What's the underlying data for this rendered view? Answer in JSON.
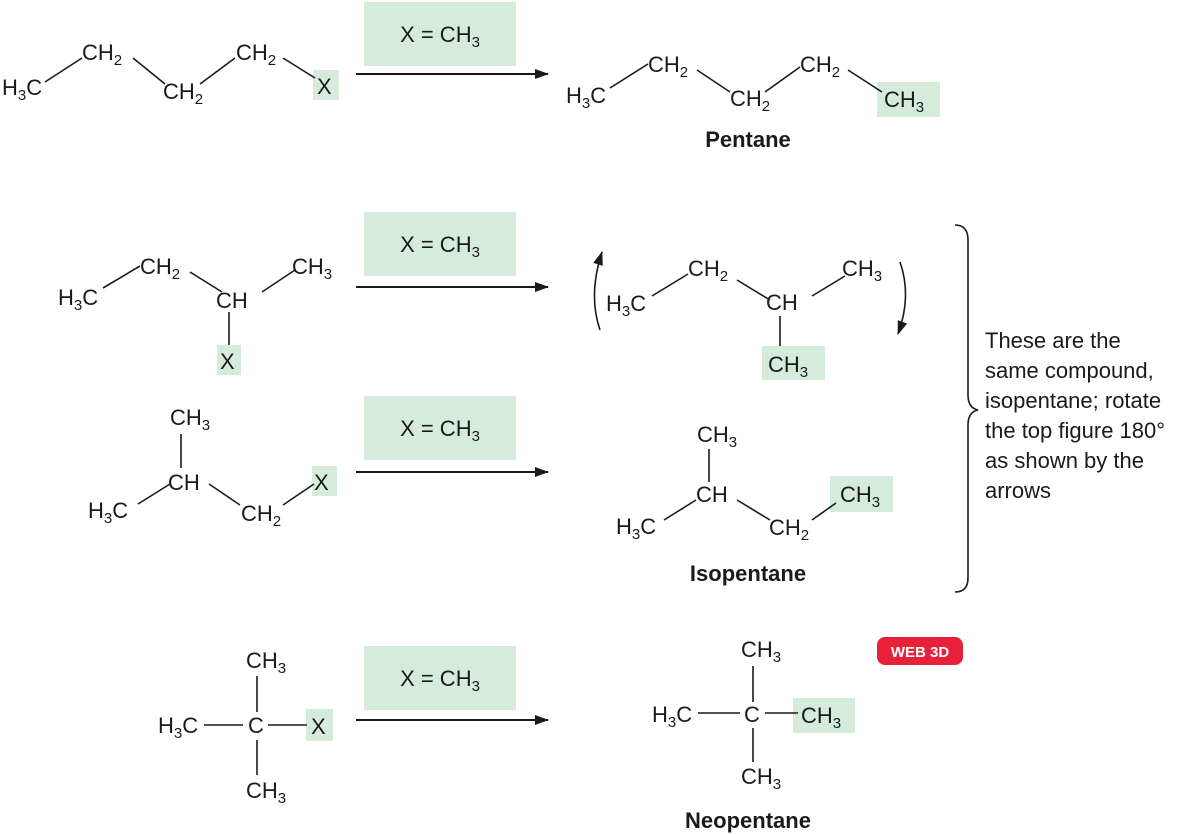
{
  "reactions": [
    {
      "id": "pentane",
      "condition": "X = CH3",
      "product_name": "Pentane",
      "reactant": {
        "groups": [
          "H3C",
          "CH2",
          "CH2",
          "CH2",
          "X"
        ]
      },
      "product": {
        "groups": [
          "H3C",
          "CH2",
          "CH2",
          "CH2",
          "CH3"
        ]
      }
    },
    {
      "id": "isopentane-a",
      "condition": "X = CH3",
      "reactant": {
        "groups": [
          "H3C",
          "CH2",
          "CH",
          "CH3",
          "X"
        ]
      },
      "product": {
        "groups": [
          "H3C",
          "CH2",
          "CH",
          "CH3",
          "CH3"
        ]
      }
    },
    {
      "id": "isopentane-b",
      "condition": "X = CH3",
      "product_name": "Isopentane",
      "reactant": {
        "groups": [
          "CH3",
          "CH",
          "H3C",
          "CH2",
          "X"
        ]
      },
      "product": {
        "groups": [
          "CH3",
          "CH",
          "H3C",
          "CH2",
          "CH3"
        ]
      }
    },
    {
      "id": "neopentane",
      "condition": "X = CH3",
      "product_name": "Neopentane",
      "reactant": {
        "groups": [
          "CH3",
          "H3C",
          "C",
          "X",
          "CH3"
        ]
      },
      "product": {
        "groups": [
          "CH3",
          "H3C",
          "C",
          "CH3",
          "CH3"
        ]
      }
    }
  ],
  "note": {
    "lines": [
      "These are the",
      "same compound,",
      "isopentane; rotate",
      "the top figure 180°",
      "as shown by the",
      "arrows"
    ]
  },
  "badge": {
    "label": "WEB 3D",
    "color": "#e8213a"
  },
  "colors": {
    "highlight": "#d4ecd9",
    "ink": "#1a1a1a"
  }
}
